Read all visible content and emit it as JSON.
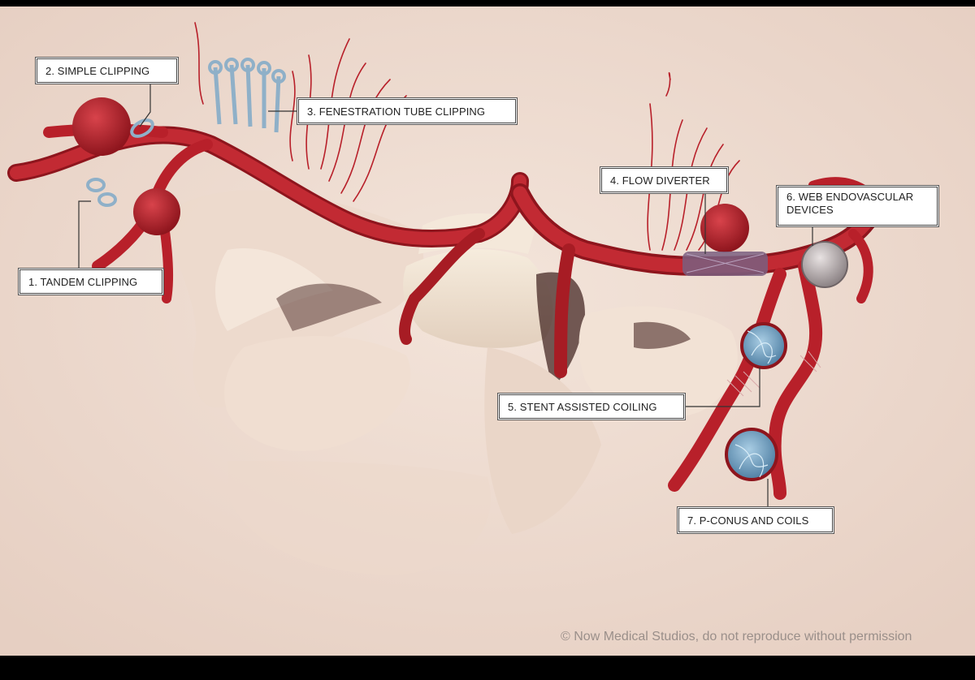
{
  "diagram": {
    "labels": {
      "tandem_clipping": "1. TANDEM CLIPPING",
      "simple_clipping": "2. SIMPLE CLIPPING",
      "fenestration_tube_clipping": "3. FENESTRATION TUBE CLIPPING",
      "flow_diverter": "4. FLOW DIVERTER",
      "stent_assisted_coiling": "5. STENT ASSISTED COILING",
      "web_endovascular_devices": "6. WEB ENDOVASCULAR DEVICES",
      "p_conus_and_coils": "7. P-CONUS AND COILS"
    },
    "copyright": "© Now Medical Studios, do not reproduce without permission"
  },
  "colors": {
    "background": "#eedbd0",
    "artery": "#b8202a",
    "artery_dark": "#8e151d",
    "bone": "#f1e6d6",
    "clip": "#8fb0c8",
    "coil": "#6a9cc0",
    "frame": "#000000"
  }
}
